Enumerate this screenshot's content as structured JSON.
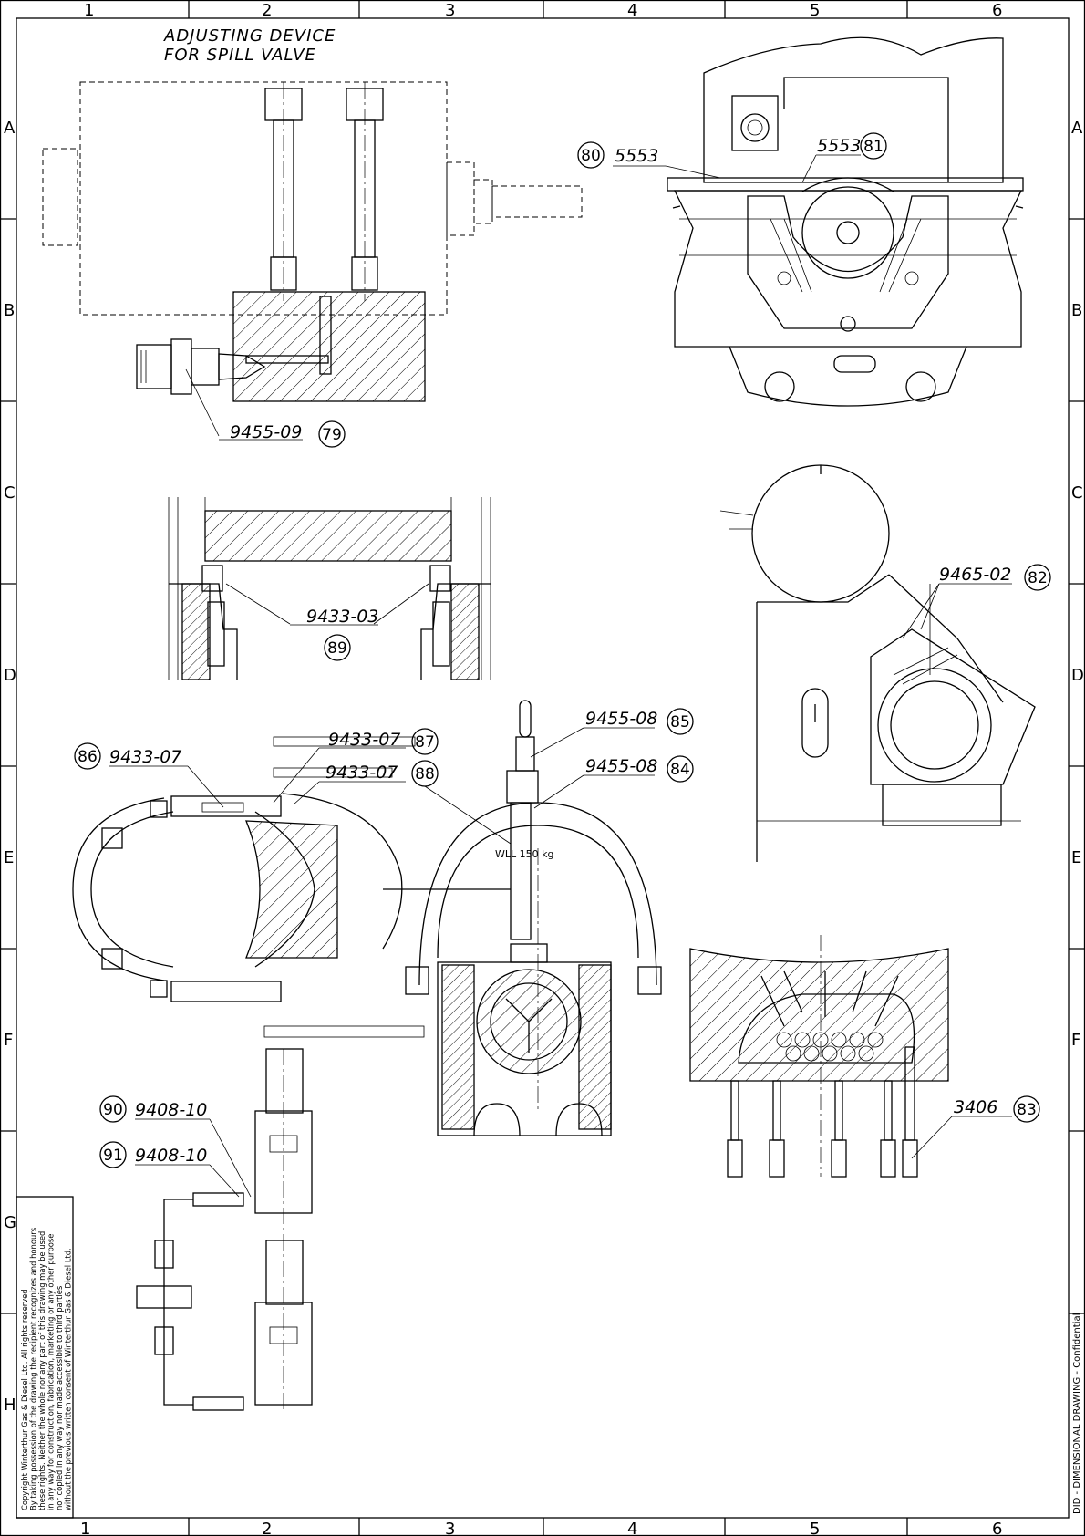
{
  "grid": {
    "columns": [
      "1",
      "2",
      "3",
      "4",
      "5",
      "6"
    ],
    "rows": [
      "A",
      "B",
      "C",
      "D",
      "E",
      "F",
      "G",
      "H"
    ]
  },
  "view_title": {
    "line1": "ADJUSTING DEVICE",
    "line2": "FOR SPILL VALVE"
  },
  "callouts": [
    {
      "part": "5553",
      "item": "80"
    },
    {
      "part": "5553",
      "item": "81"
    },
    {
      "part": "9455-09",
      "item": "79"
    },
    {
      "part": "9465-02",
      "item": "82"
    },
    {
      "part": "9433-03",
      "item": "89"
    },
    {
      "part": "9455-08",
      "item": "85"
    },
    {
      "part": "9455-08",
      "item": "84"
    },
    {
      "part": "9433-07",
      "item": "87"
    },
    {
      "part": "9433-07",
      "item": "88"
    },
    {
      "part": "9433-07",
      "item": "86"
    },
    {
      "part": "9408-10",
      "item": "90"
    },
    {
      "part": "9408-10",
      "item": "91"
    },
    {
      "part": "3406",
      "item": "83"
    }
  ],
  "wll_label": "WLL 150 kg",
  "copyright": [
    "Copyright Winterthur Gas & Diesel Ltd. All rights reserved",
    "By taking possession of the drawing the recipient recognizes and honours",
    "these rights. Neither the whole nor any part of this drawing may be used",
    "in any way for construction, fabrication, marketing or any other purpose",
    "nor copied in any way nor made accessible to third parties",
    "without the previous written consent of Winterthur Gas & Diesel Ltd."
  ],
  "side_note": "DID - DIMENSIONAL DRAWING - Confidential"
}
